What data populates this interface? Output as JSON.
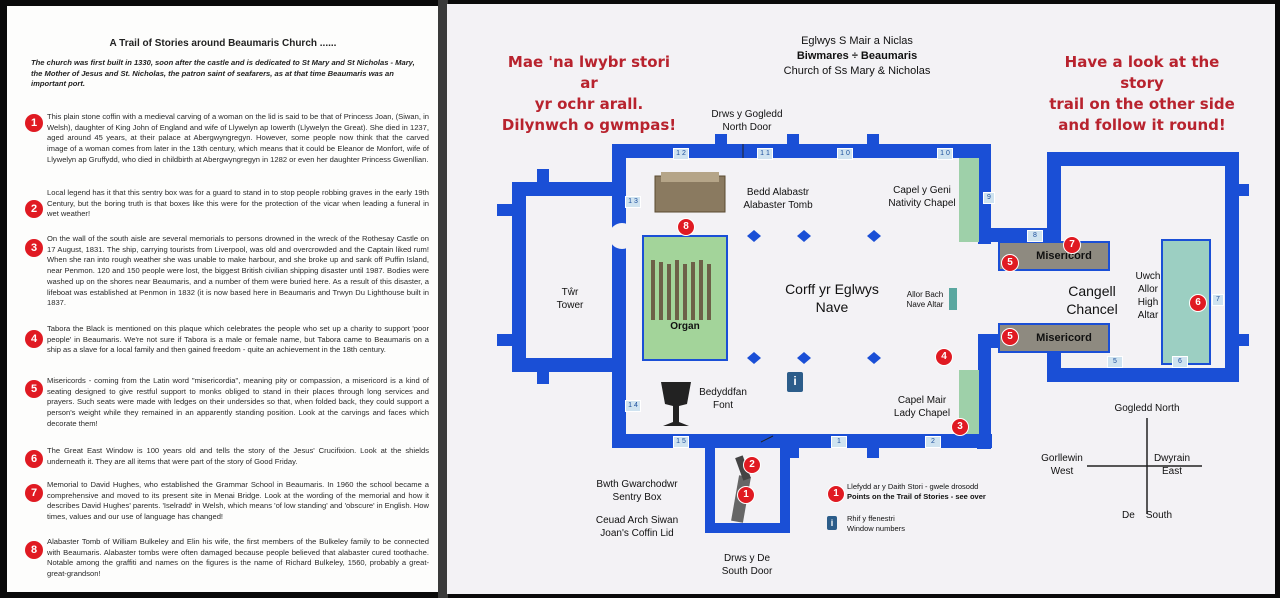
{
  "left_page": {
    "title": "A Trail of Stories around Beaumaris Church ......",
    "intro": "The church was first built in 1330, soon after the castle and is dedicated to St Mary and St Nicholas - Mary, the Mother of Jesus and St. Nicholas, the patron saint of seafarers, as at that time Beaumaris was an important port.",
    "stories": [
      {
        "number": "1",
        "text": "This plain stone coffin with a medieval carving of a woman on the lid is said to be that of Princess Joan, (Siwan, in Welsh), daughter of King John of England and wife of Llywelyn ap Iowerth (Llywelyn the Great). She died in 1237, aged around 45 years, at their palace at Abergwyngregyn. However, some people now think that the carved image of a woman comes from later in the 13th century, which means that it could be Eleanor de Monfort, wife of Llywelyn ap Gruffydd, who died in childbirth at Abergwyngregyn in 1282 or even her daughter Princess Gwenllian."
      },
      {
        "number": "2",
        "text": "Local legend has it that this sentry box was for a guard to stand in to stop people robbing graves in the early 19th Century, but the boring truth is that boxes like this were for the protection of the vicar when leading a funeral in wet weather!"
      },
      {
        "number": "3",
        "text": "On the wall of the south aisle are several memorials to persons drowned in the wreck of the Rothesay Castle on 17 August, 1831. The ship, carrying tourists from Liverpool, was old and overcrowded and the Captain liked rum! When she ran into rough weather she was unable to make harbour, and she broke up and sank off Puffin Island, near Penmon. 120 and 150 people were lost, the biggest British civilian shipping disaster until 1987. Bodies were washed up on the shores near Beaumaris, and a number of them were buried here. As a result of this disaster, a lifeboat was established at Penmon in 1832 (it is now based here in Beaumaris and Trwyn Du Lighthouse built in 1837."
      },
      {
        "number": "4",
        "text": "Tabora the Black is mentioned on this plaque which celebrates the people who set up a charity to support 'poor people' in Beaumaris. We're not sure if Tabora is a male or female name, but Tabora came to Beaumaris on a ship as a slave for a local family and then gained freedom - quite an achievement in the 18th century."
      },
      {
        "number": "5",
        "text": "Misericords - coming from the Latin word \"misericordia\", meaning pity or compassion, a misericord is a kind of seating designed to give restful support to monks obliged to stand in their places through long services and prayers. Such seats were made with ledges on their undersides so that, when folded back, they could support a person's weight while they remained in an apparently standing position. Look at the carvings and faces which decorate them!"
      },
      {
        "number": "6",
        "text": "The Great East Window is 100 years old and tells the story of the Jesus' Crucifixion. Look at the shields underneath it. They are all items that were part of the story of Good Friday."
      },
      {
        "number": "7",
        "text": "Memorial to David Hughes, who established the Grammar School in Beaumaris. In 1960 the school became a comprehensive and moved to its present site in Menai Bridge. Look at the wording of the memorial and how it describes David Hughes' parents. 'Iselradd' in Welsh, which means 'of low standing' and 'obscure' in English. How times, values and our use of language has changed!"
      },
      {
        "number": "8",
        "text": "Alabaster Tomb of William Bulkeley and Elin his wife, the first members of the Bulkeley family to be connected with Beaumaris. Alabaster tombs were often damaged because people believed that alabaster cured toothache. Notable among the graffiti and names on the figures is the name of Richard Bulkeley, 1560, probably a great-great-grandson!"
      }
    ]
  },
  "map": {
    "header_welsh": "Eglwys S Mair a Niclas",
    "header_town": "Biwmares ÷ Beaumaris",
    "header_english": "Church of Ss Mary & Nicholas",
    "note_welsh": [
      "Mae 'na lwybr stori ar",
      "yr ochr arall.",
      "Dilynwch o gwmpas!"
    ],
    "note_english": [
      "Have a look at the story",
      "trail on the other side",
      "and follow it round!"
    ],
    "north_door": [
      "Drws y Gogledd",
      "North Door"
    ],
    "south_door": [
      "Drws y De",
      "South Door"
    ],
    "tower": [
      "Tŵr",
      "Tower"
    ],
    "organ": "Organ",
    "font": [
      "Bedyddfan",
      "Font"
    ],
    "tomb": [
      "Bedd Alabastr",
      "Alabaster Tomb"
    ],
    "nativity": [
      "Capel y Geni",
      "Nativity Chapel"
    ],
    "lady": [
      "Capel Mair",
      "Lady Chapel"
    ],
    "nave": [
      "Corff yr Eglwys",
      "Nave"
    ],
    "nave_altar": [
      "Allor Bach",
      "Nave Altar"
    ],
    "chancel": [
      "Cangell",
      "Chancel"
    ],
    "high_altar": [
      "Uwch",
      "Allor",
      "High",
      "Altar"
    ],
    "misericord": "Misericord",
    "sentry": [
      "Bwth Gwarchodwr",
      "Sentry Box"
    ],
    "coffin": [
      "Ceuad Arch Siwan",
      "Joan's Coffin Lid"
    ],
    "compass": {
      "north": "Gogledd North",
      "west": [
        "Gorllewin",
        "West"
      ],
      "east": [
        "Dwyrain",
        "East"
      ],
      "south": "De    South"
    },
    "legend": {
      "points_welsh": "Llefydd ar y Daith Stori - gwele drosodd",
      "points_english": "Points on the Trail of Stories - see over",
      "windows_welsh": "Rhif y ffenestri",
      "windows_english": "Window numbers",
      "point_sample": "1",
      "window_sample": "i"
    },
    "info_symbol": "i",
    "windows": [
      "1 2",
      "1 3",
      "1 4",
      "1 5",
      "1 0",
      "9",
      "8",
      "7",
      "6",
      "5",
      "1",
      "2",
      "1 0",
      "1 1"
    ],
    "markers": [
      "1",
      "2",
      "3",
      "4",
      "5",
      "5",
      "6",
      "7",
      "8"
    ]
  },
  "colors": {
    "wall": "#1a4fd6",
    "green_room": "#a3d49a",
    "misericord": "#8e8a80",
    "marker": "#e01a22",
    "note": "#b8232e"
  }
}
